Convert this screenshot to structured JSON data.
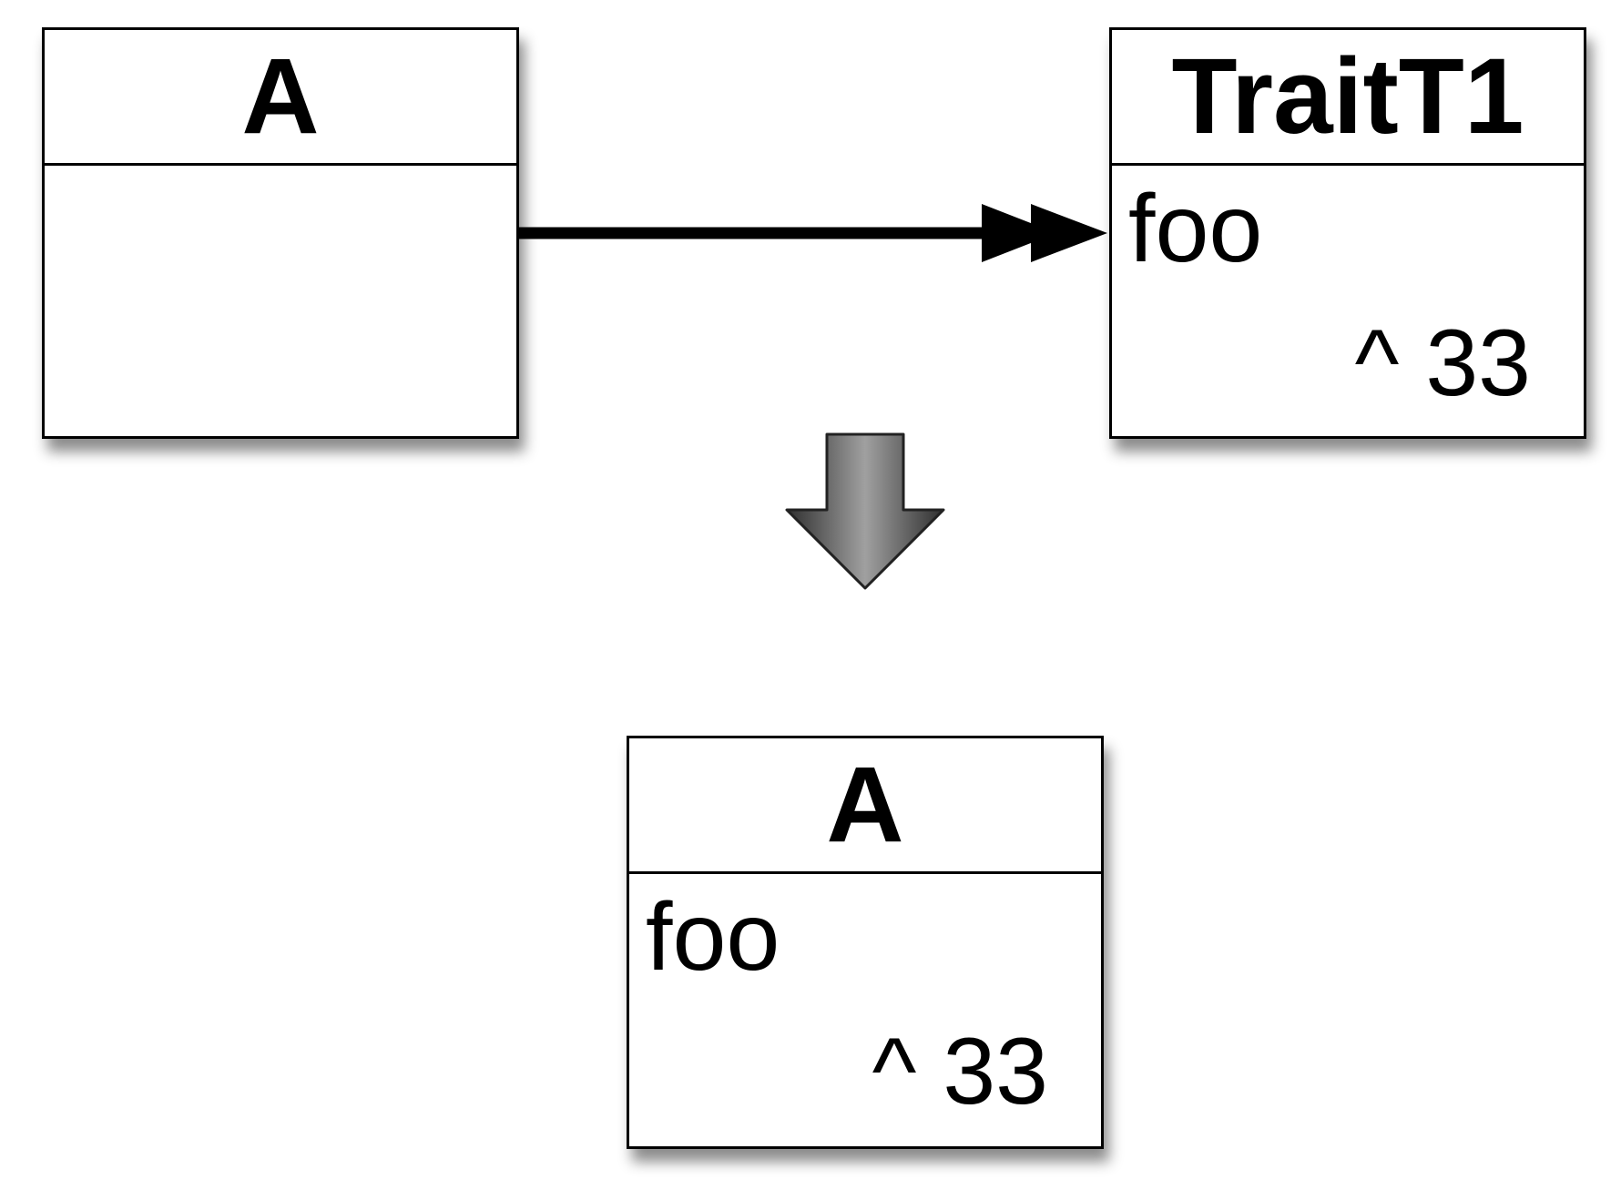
{
  "class_a": {
    "title": "A"
  },
  "trait_t1": {
    "title": "TraitT1",
    "method_name": "foo",
    "method_body": "^ 33"
  },
  "result_class": {
    "title": "A",
    "method_name": "foo",
    "method_body": "^ 33"
  },
  "colors": {
    "stroke": "#000000",
    "arrow_dark": "#3a3a3a",
    "arrow_light": "#9a9a9a"
  }
}
